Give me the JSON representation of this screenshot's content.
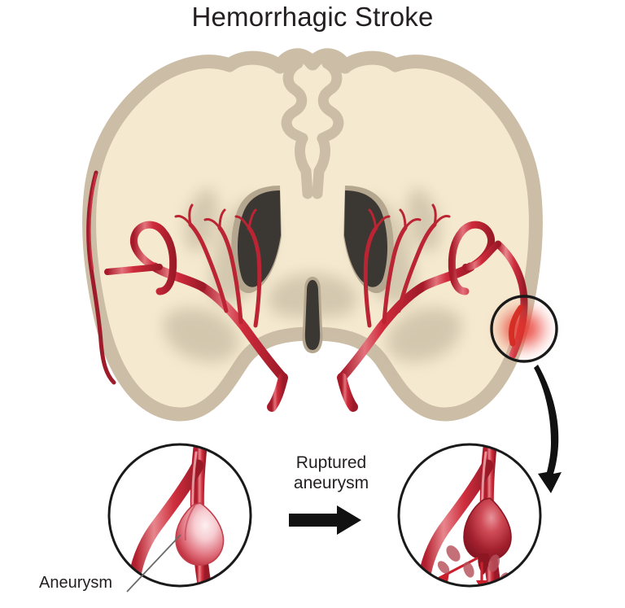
{
  "figure": {
    "title": "Hemorrhagic Stroke",
    "type": "medical-illustration",
    "subject": "axial brain cross-section showing a ruptured cerebral aneurysm causing hemorrhagic stroke",
    "labels": {
      "ruptured_aneurysm": "Ruptured\naneurysm",
      "ruptured_aneurysm_line1": "Ruptured",
      "ruptured_aneurysm_line2": "aneurysm",
      "aneurysm": "Aneurysm"
    },
    "colors": {
      "background": "#ffffff",
      "text": "#231f20",
      "brain_fill": "#f5ead0",
      "brain_cortex": "#cbbda6",
      "brain_shadow": "#b9ac94",
      "ventricle": "#3b3733",
      "ventricle_rim": "#b5a78f",
      "artery_red": "#c32033",
      "artery_light": "#e4606a",
      "artery_dark": "#9e1b2a",
      "hemorrhage_red": "#e8342c",
      "aneurysm_pink": "#f3c3c8",
      "aneurysm_rupture": "#a31520",
      "outline_black": "#1a1a1a",
      "leader_gray": "#6b6b6b"
    },
    "parts": [
      {
        "name": "brain-cross-section",
        "description": "axial slice of brain with cortex band, lateral ventricles and third ventricle"
      },
      {
        "name": "cerebral-arteries",
        "description": "circle of Willis with lenticulostriate branches, both hemispheres"
      },
      {
        "name": "hemorrhage-site",
        "description": "red bleed inside black circle on the right hemisphere artery"
      },
      {
        "name": "callout-arrow",
        "description": "curved black arrow from hemorrhage site down to ruptured aneurysm inset"
      },
      {
        "name": "inset-intact-aneurysm",
        "description": "circular magnified view of an intact saccular aneurysm on a branching artery"
      },
      {
        "name": "inset-ruptured-aneurysm",
        "description": "circular magnified view of the same aneurysm after rupture with escaping blood"
      },
      {
        "name": "progression-arrow",
        "description": "solid black block arrow pointing right between the two insets"
      },
      {
        "name": "aneurysm-leader-line",
        "description": "thin gray line from the Aneurysm label to the aneurysm sac"
      }
    ]
  }
}
